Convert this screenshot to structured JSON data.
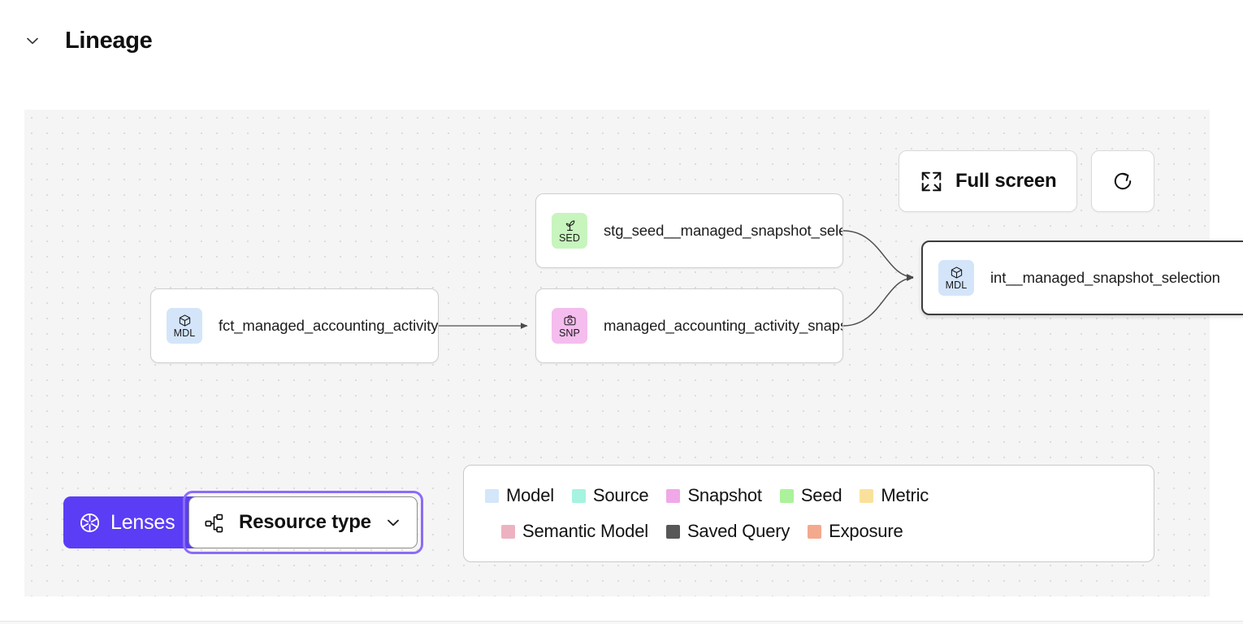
{
  "header": {
    "title": "Lineage",
    "collapse_icon": "chevron-down-icon"
  },
  "toolbar": {
    "fullscreen_label": "Full screen",
    "fullscreen_icon": "expand-arrows-icon",
    "refresh_icon": "refresh-icon"
  },
  "graph": {
    "nodes": [
      {
        "id": "fct",
        "label": "fct_managed_accounting_activity",
        "type_abbr": "MDL",
        "type_name": "Model",
        "badge_color": "#d4e5fa",
        "icon": "cube-icon",
        "selected": false
      },
      {
        "id": "seed",
        "label": "stg_seed__managed_snapshot_selecti...",
        "type_abbr": "SED",
        "type_name": "Seed",
        "badge_color": "#c7f5bd",
        "icon": "seedling-icon",
        "selected": false
      },
      {
        "id": "snap",
        "label": "managed_accounting_activity_snapshot",
        "type_abbr": "SNP",
        "type_name": "Snapshot",
        "badge_color": "#f4bdee",
        "icon": "camera-icon",
        "selected": false
      },
      {
        "id": "int",
        "label": "int__managed_snapshot_selection",
        "type_abbr": "MDL",
        "type_name": "Model",
        "badge_color": "#d4e5fa",
        "icon": "cube-icon",
        "selected": true
      }
    ],
    "edges": [
      {
        "from": "fct",
        "to": "snap"
      },
      {
        "from": "seed",
        "to": "int"
      },
      {
        "from": "snap",
        "to": "int"
      }
    ]
  },
  "legend": {
    "rows": [
      [
        {
          "label": "Model",
          "color": "#d3e6fa"
        },
        {
          "label": "Source",
          "color": "#a6f3e0"
        },
        {
          "label": "Snapshot",
          "color": "#f0a8e8"
        },
        {
          "label": "Seed",
          "color": "#abf29a"
        },
        {
          "label": "Metric",
          "color": "#fae19b"
        }
      ],
      [
        {
          "label": "Semantic Model",
          "color": "#edb2c1"
        },
        {
          "label": "Saved Query",
          "color": "#575757"
        },
        {
          "label": "Exposure",
          "color": "#f3a98e"
        }
      ]
    ]
  },
  "controls": {
    "lenses_label": "Lenses",
    "lenses_icon": "aperture-icon",
    "lenses_color": "#5b3df5",
    "resource_type_label": "Resource type",
    "resource_type_icon": "hierarchy-icon",
    "resource_type_chevron": "chevron-down-icon",
    "focus_ring_color": "#8b6bf7"
  }
}
